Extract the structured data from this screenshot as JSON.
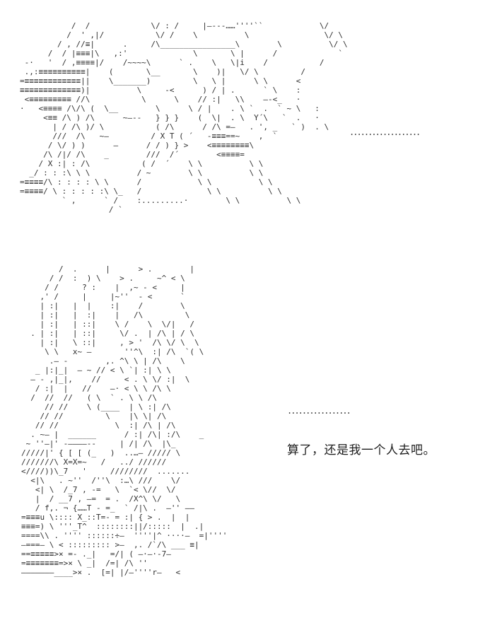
{
  "page": {
    "background": "#ffffff",
    "ink_color": "#2e2e2e",
    "text_color": "#1c1c1c"
  },
  "panel1": {
    "art_lines": [
      "           /  /             \\/ : /     |—---……''''``            \\/",
      "          /  ' ,|/           \\/ /    \\          \\                \\/ \\",
      "        / , //≡|      .     /\\________________\\        \\          \\/ \\",
      "      /  / |≡≡≡|\\   ,:'              \\       \\ |      /             `",
      " -·   '  / ,≡≡≡≡|/    /~~~~\\      ` .    \\   \\|i    /           /",
      " .,:≡≡≡≡≡≡≡≡≡≡|    (       \\__       \\    )|   \\/ \\         /",
      "=≡≡≡≡≡≡≡≡≡≡≡≡||    \\_______)         \\   \\ |      \\ \\      <",
      "≡≡≡≡≡≡≡≡≡≡≡≡≡)|          \\     -<      ) / | .      ` \\    :",
      " <≡≡≡≡≡≡≡≡≡ //\\           \\      \\    // :|   \\\\    —-<_   ·",
      "·   <≡≡≡≡ /\\/\\ (  \\__        \\      \\ / |    . \\ `  .  ` ~ \\   :",
      "     <≡≡ /\\ ) /\\      ~—--   } } }    (  \\|  . \\  Y´\\   `  .   ·",
      "       | / /\\ )/ \\           ( /\\      / /\\ =—   . ', _   ` )  . \\",
      "       ///  /\\   ~—         / X T ( ´   -≡≡≡==~    ,  `",
      "      / \\/ ) )      —      / / ) } >    <≡≡≡≡≡≡≡≡\\",
      "     /\\ /|/ /\\    _        ///  /´        <≡≡≡≡=",
      "    / X :| : /\\           ( /  ´    \\ \\          \\ \\",
      "  _/ : : :\\ \\ \\          / ~        \\ \\          \\ \\",
      "=≡≡≡≡/\\ : : : : \\ \\      /            \\ \\          \\ \\",
      "=≡≡≡≡/ \\ : : : : :\\ \\_   /              \\ \\          \\ \\",
      "         ` ,      ` /    :.........·        \\ \\          \\ \\",
      "                   / `"
    ]
  },
  "panel1_dots": "...................",
  "panel2": {
    "art_lines": [
      "        /  .      |      > .        |",
      "      / /  :  ) \\    > .     ~^ < \\",
      "     / /     ? :    |  ,~ - <     |",
      "    ,' /     |     |~''  - <      `",
      "    | :|   |  |    :|    /        \\",
      "    | :|   |  :|    |   /\\         \\",
      "    | :|   | ::|    \\ /    \\  \\/|   /",
      "  . | :|   | ::|     \\/ .  | /\\ | / \\",
      "    | :|   \\ ::|     , > '  /\\ \\/ \\  \\",
      "     \\ \\   x~ —       ''^\\  :| /\\  `( \\",
      "      .— -        ,. ^\\ \\ | /\\    \\",
      "   _ |:|_|  – ~ // < \\ `| :| \\ \\",
      "  — - ,|_|,    //     < . \\ \\/ :|  \\",
      "   / :|  |   //    —· < \\ \\ /\\ \\",
      "  /  //  //   ( \\  ` . \\ \\ /\\",
      "     // //    \\ (____  | \\ :| /\\",
      "    // //         \\    |\\ \\| /\\",
      "   // //            \\  :| /\\ | /\\",
      "  . ~— |  ______      / :| /\\| :/\\    _",
      " ~ ''—|' -————--     | /| /\\  |\\_",
      "/////|' { [ [ (_   )  ..…— ///// \\",
      "///////\\ X=X=~   /   ../ //////",
      "<////))\\_7   '     ////////  .......",
      "  <|\\   . ~''  /''\\  :…\\ ///    \\/",
      "   <| \\  /_7 , -=   \\  `< \\//  \\/",
      "   |  / __7 , —=  = .  /X^\\ \\/   \\",
      "   / f,. ¬ {……T - =_  ` /|\\ .  —'' ——",
      "=≡≡≡u \\:::: X_::T=- = :| { > .  |  |",
      "≡≡≡=) \\ '''_T^  ::::::::||/:::::  |  .|",
      "====\\\\ . '''' ::::::÷—  ''''|^ ····—  =|''''",
      "—===— \\ < ::::::::: >—  ,. /`/\\ ___ ≡|",
      "==≡≡≡≡≡>× =- ._|   =/| ( —·—·-7—",
      "=≡≡≡≡≡≡≡=>× \\ _|  /=| /\\ ''",
      "———————____>× .  [=| |/—''''r—   <"
    ]
  },
  "panel2_dots": ".................",
  "dialogue": {
    "text": "算了，还是我一个人去吧。"
  }
}
